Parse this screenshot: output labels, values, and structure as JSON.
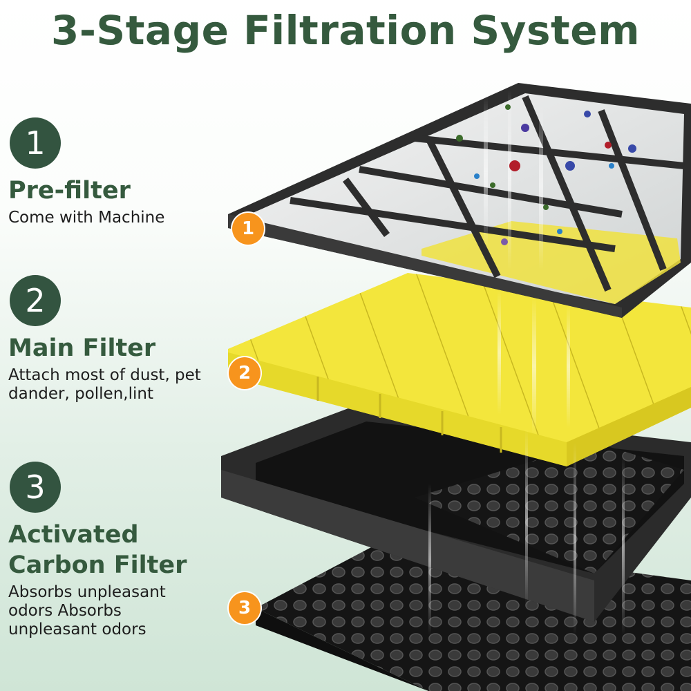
{
  "title": "3-Stage Filtration System",
  "stages": [
    {
      "number": "1",
      "name": "Pre-filter",
      "description": "Come with Machine"
    },
    {
      "number": "2",
      "name": "Main Filter",
      "description": "Attach most of dust, pet dander, pollen,lint"
    },
    {
      "number": "3",
      "name": "Activated Carbon Filter",
      "description": "Absorbs unpleasant odors Absorbs unpleasant odors"
    }
  ],
  "badges": [
    "1",
    "2",
    "3"
  ],
  "colors": {
    "heading_green": "#355a3e",
    "circle_green": "#335440",
    "badge_orange": "#f7941d",
    "hepa_yellow": "#f2e53a",
    "frame_black": "#2b2b2b"
  }
}
